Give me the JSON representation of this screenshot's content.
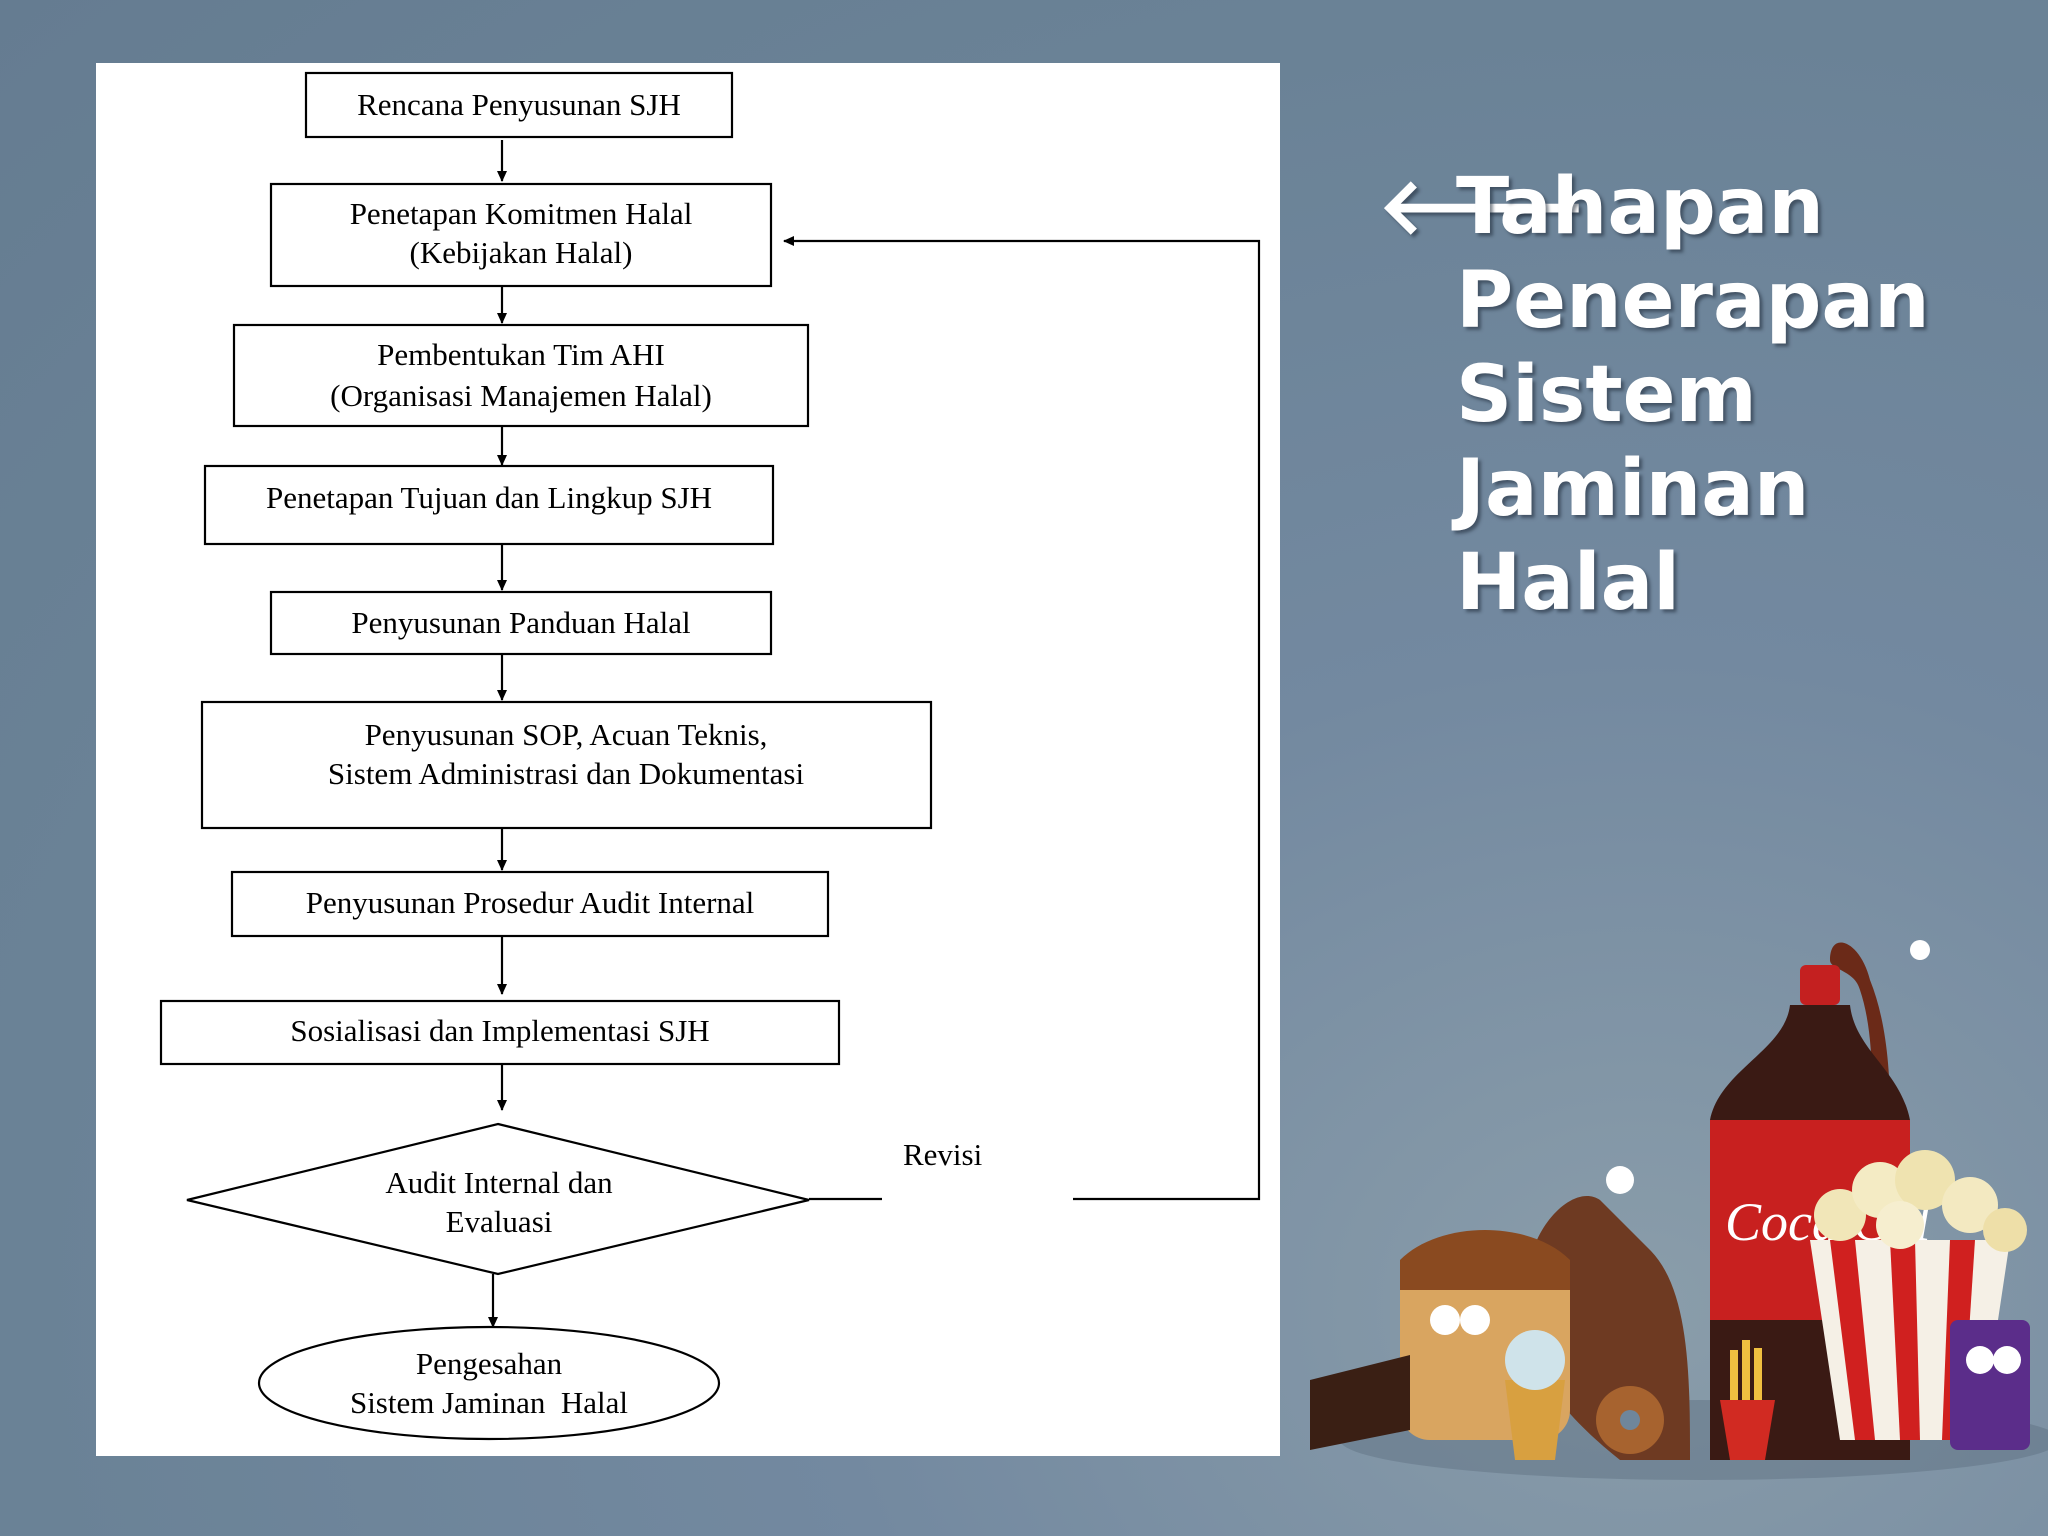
{
  "slide": {
    "title_arrow": "🡐",
    "title_lines": [
      "Tahapan",
      "Penerapan",
      "Sistem",
      "Jaminan",
      "Halal"
    ]
  },
  "flowchart": {
    "steps": [
      {
        "lines": [
          "Rencana Penyusunan SJH"
        ]
      },
      {
        "lines": [
          "Penetapan Komitmen Halal",
          "(Kebijakan Halal)"
        ]
      },
      {
        "lines": [
          "Pembentukan Tim AHI",
          "(Organisasi Manajemen Halal)"
        ]
      },
      {
        "lines": [
          "Penetapan Tujuan dan Lingkup SJH"
        ]
      },
      {
        "lines": [
          "Penyusunan Panduan Halal"
        ]
      },
      {
        "lines": [
          "Penyusunan SOP, Acuan Teknis,",
          "Sistem Administrasi dan Dokumentasi"
        ]
      },
      {
        "lines": [
          "Penyusunan Prosedur Audit Internal"
        ]
      },
      {
        "lines": [
          "Sosialisasi dan Implementasi SJH"
        ]
      }
    ],
    "decision": {
      "lines": [
        "Audit Internal dan",
        "Evaluasi"
      ]
    },
    "terminal": {
      "lines": [
        "Pengesahan",
        "Sistem Jaminan  Halal"
      ]
    },
    "feedback_label": "Revisi"
  },
  "illustration": {
    "description_icon": "food-characters-illustration",
    "bottle_brand_text": "Coca Col"
  },
  "colors": {
    "background": "#6f869b",
    "panel": "#ffffff",
    "line": "#000000",
    "title_text": "#ffffff"
  }
}
